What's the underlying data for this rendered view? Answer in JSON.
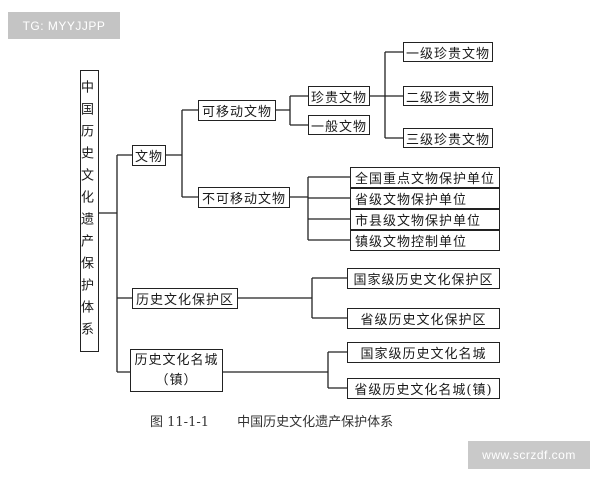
{
  "watermark_top": "TG: MYYJJPP",
  "watermark_bottom": "www.scrzdf.com",
  "root": "中国历史文化遗产保护体系",
  "nodes": {
    "relics": "文物",
    "movable": "可移动文物",
    "immovable": "不可移动文物",
    "precious": "珍贵文物",
    "general": "一般文物",
    "grade1": "一级珍贵文物",
    "grade2": "二级珍贵文物",
    "grade3": "三级珍贵文物",
    "national_key": "全国重点文物保护单位",
    "provincial_unit": "省级文物保护单位",
    "county_unit": "市县级文物保护单位",
    "town_unit": "镇级文物控制单位",
    "protected_area": "历史文化保护区",
    "national_area": "国家级历史文化保护区",
    "provincial_area": "省级历史文化保护区",
    "famous_city": "历史文化名城",
    "famous_city_suffix": "（镇）",
    "national_city": "国家级历史文化名城",
    "provincial_city": "省级历史文化名城(镇)"
  },
  "caption": {
    "number": "图 11-1-1",
    "title": "中国历史文化遗产保护体系"
  }
}
